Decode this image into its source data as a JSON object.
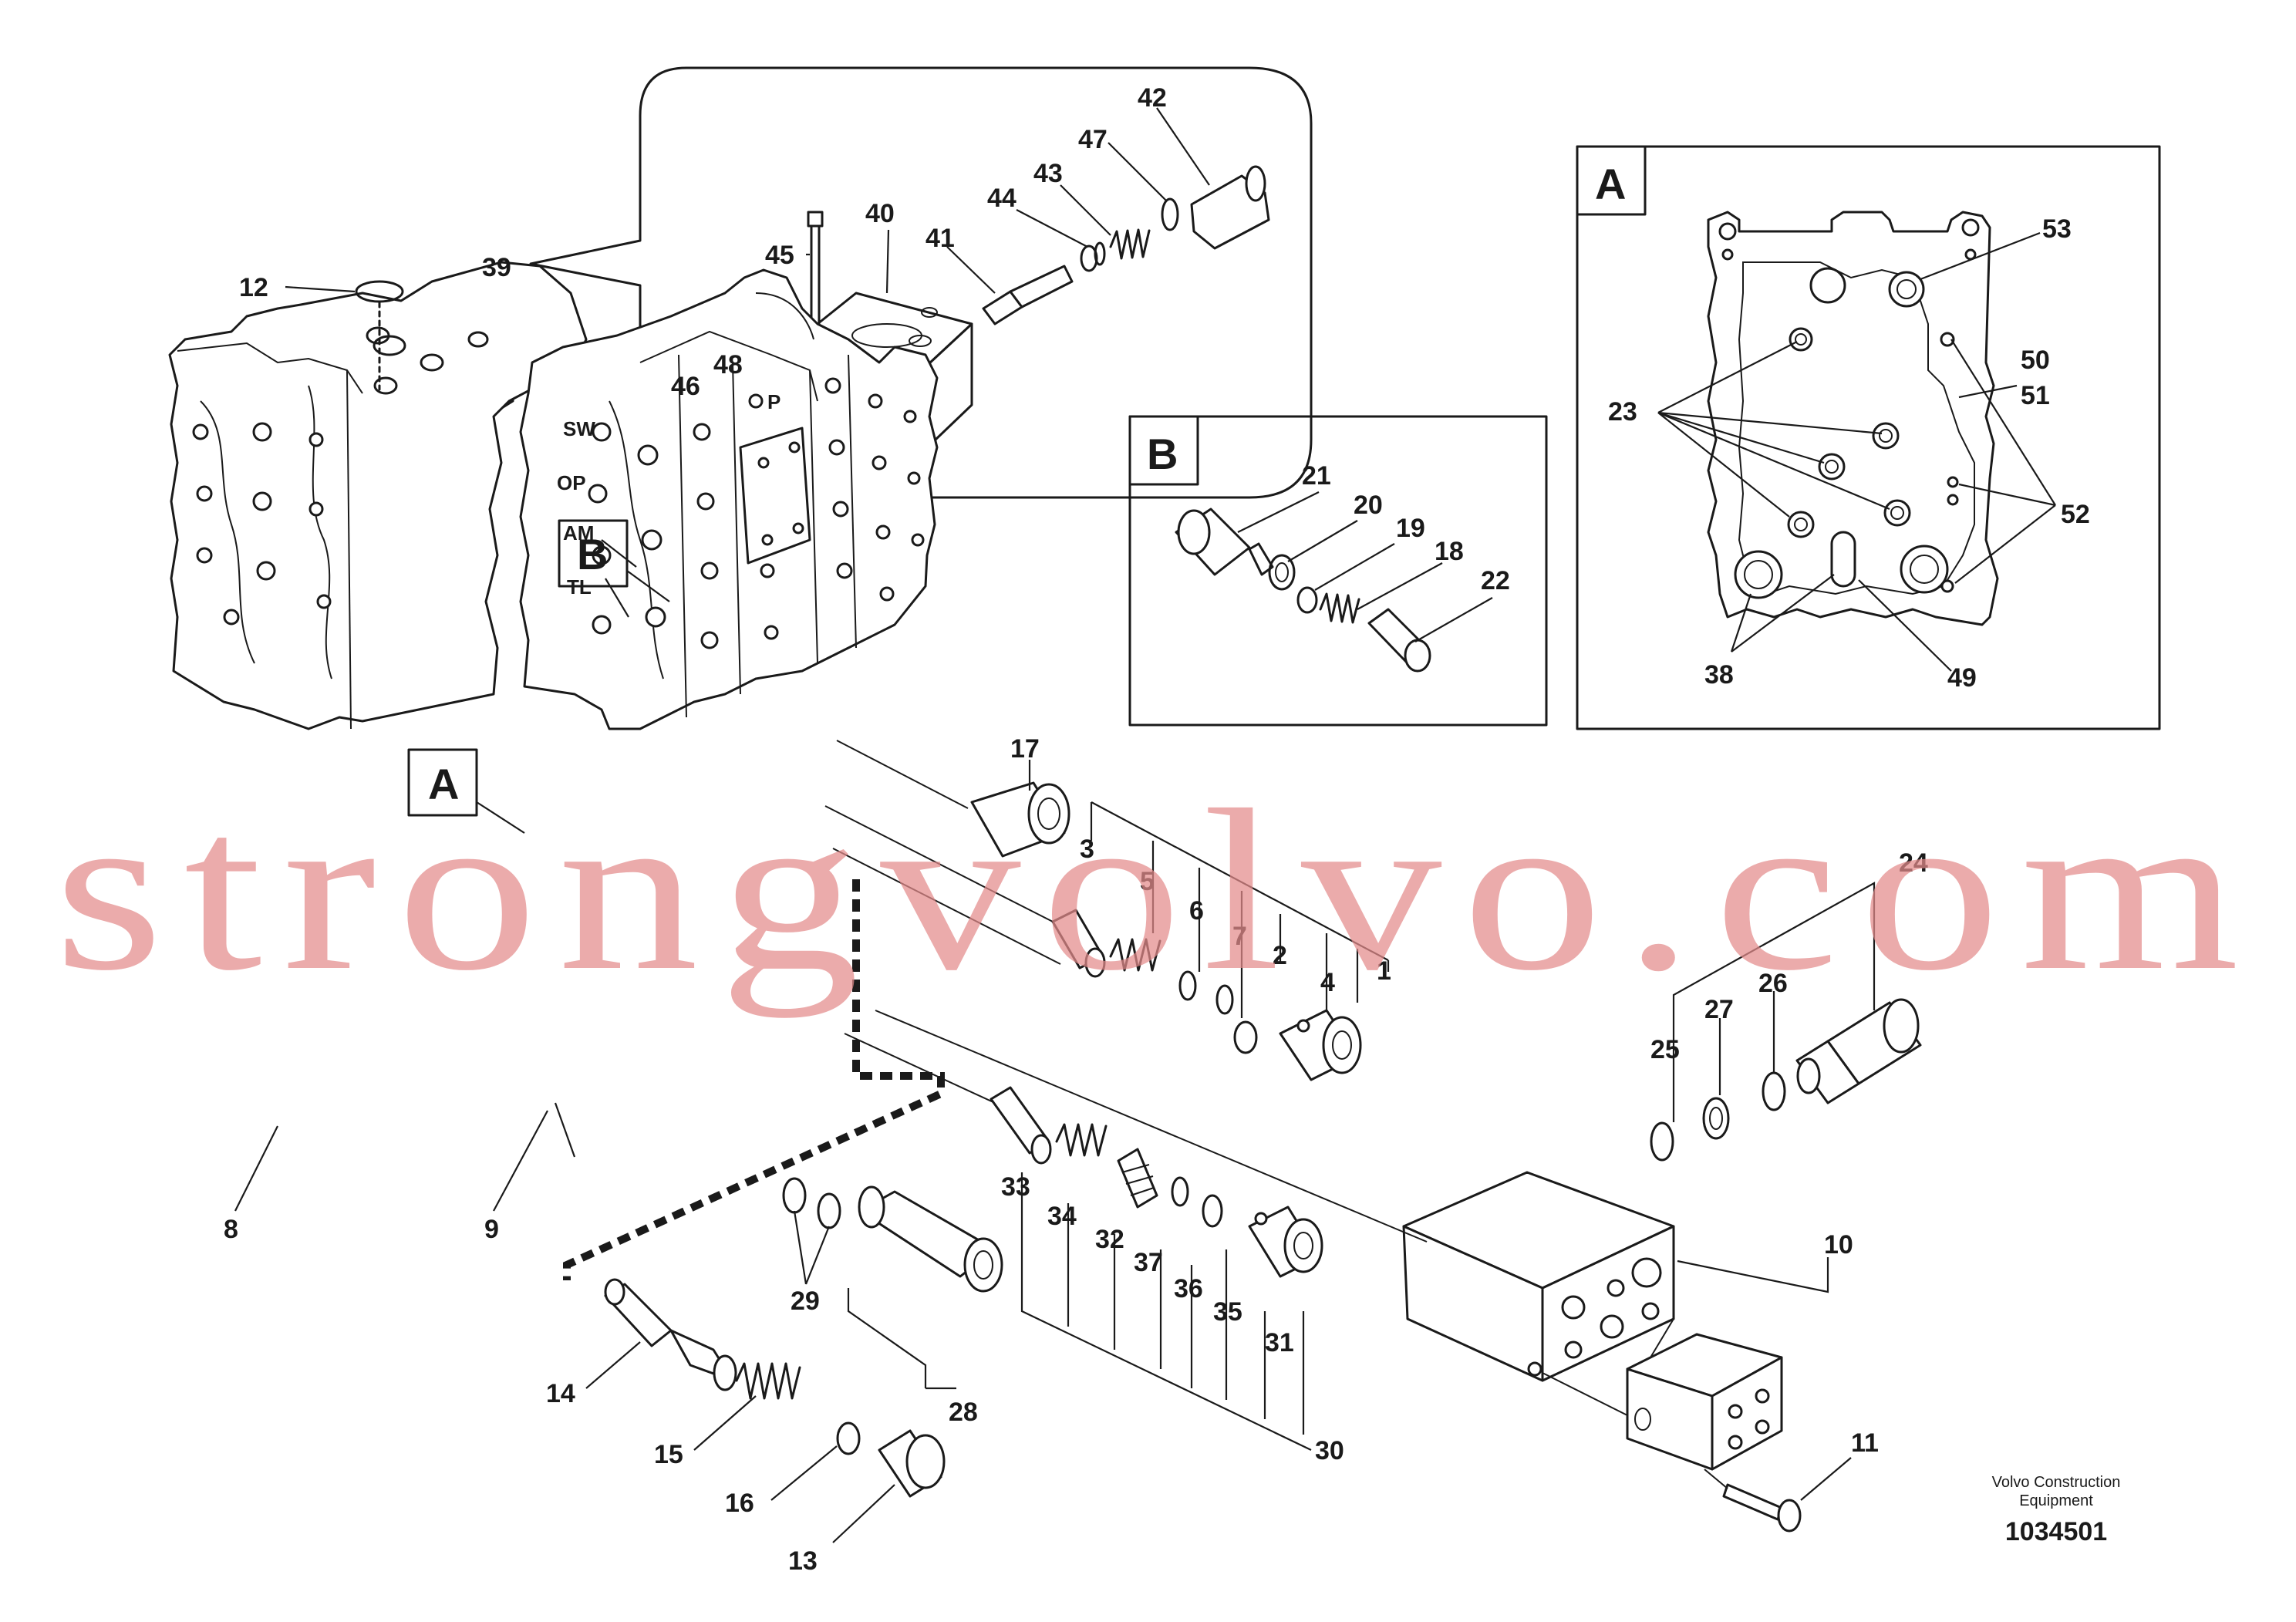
{
  "callouts": {
    "detail_a": "A",
    "detail_b": "B",
    "body_a": "A",
    "body_b": "B"
  },
  "ports": [
    "SW",
    "OP",
    "AM",
    "TL",
    "P"
  ],
  "part_numbers": [
    "1",
    "2",
    "3",
    "4",
    "5",
    "6",
    "7",
    "8",
    "9",
    "10",
    "11",
    "12",
    "13",
    "14",
    "15",
    "16",
    "17",
    "18",
    "19",
    "20",
    "21",
    "22",
    "23",
    "24",
    "25",
    "26",
    "27",
    "28",
    "29",
    "30",
    "31",
    "32",
    "33",
    "34",
    "35",
    "36",
    "37",
    "38",
    "39",
    "40",
    "41",
    "42",
    "43",
    "44",
    "45",
    "46",
    "47",
    "48",
    "49",
    "50",
    "51",
    "52",
    "53"
  ],
  "watermark": "strongvolvo.com",
  "credit": {
    "line1": "Volvo Construction",
    "line2": "Equipment",
    "drawing_number": "1034501"
  }
}
